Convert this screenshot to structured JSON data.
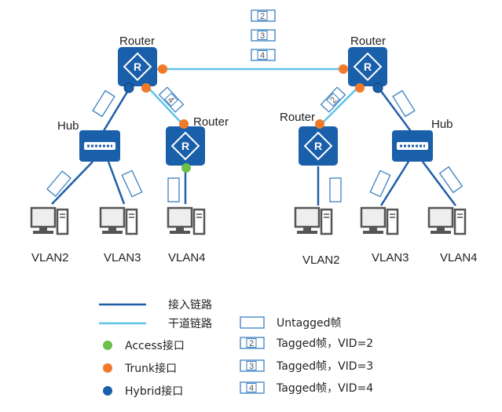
{
  "labels": {
    "router_left": "Router",
    "router_right": "Router",
    "router_mid_left": "Router",
    "router_mid_right": "Router",
    "hub_left": "Hub",
    "hub_right": "Hub",
    "vlan_l1": "VLAN2",
    "vlan_l2": "VLAN3",
    "vlan_l3": "VLAN4",
    "vlan_r1": "VLAN2",
    "vlan_r2": "VLAN3",
    "vlan_r3": "VLAN4"
  },
  "frames": {
    "top_1": "2",
    "top_2": "3",
    "top_3": "4",
    "left_trunk": "4",
    "right_trunk": "2"
  },
  "legend": {
    "access_link": "接入链路",
    "trunk_link": "干道链路",
    "access_port": "Access接口",
    "trunk_port": "Trunk接口",
    "hybrid_port": "Hybrid接口",
    "untagged": "Untagged帧",
    "tagged2_num": "2",
    "tagged2": "Tagged帧，VID=2",
    "tagged3_num": "3",
    "tagged3": "Tagged帧，VID=3",
    "tagged4_num": "4",
    "tagged4": "Tagged帧，VID=4"
  },
  "colors": {
    "access_link": "#1f5fa8",
    "trunk_link": "#5ec4e8",
    "device_blue": "#1a5faa",
    "access_port": "#6cc04a",
    "trunk_port": "#f07a2a",
    "hybrid_port": "#1a5faa",
    "frame_border": "#3a7fc1"
  }
}
